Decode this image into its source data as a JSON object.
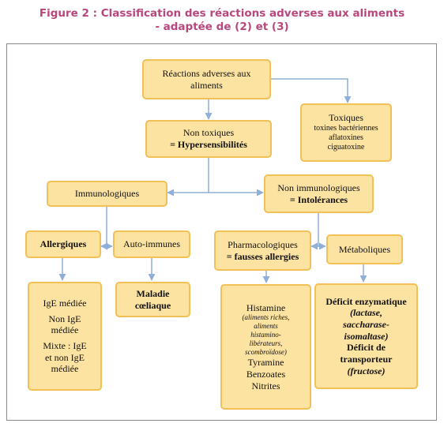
{
  "figure": {
    "title_line1": "Figure 2 : Classification des réactions adverses aux aliments",
    "title_line2": "- adaptée de (2) et (3)"
  },
  "nodes": {
    "root": {
      "line1": "Réactions adverses aux",
      "line2": "aliments"
    },
    "toxiques": {
      "title": "Toxiques",
      "item1": "toxines bactériennes",
      "item2": "aflatoxines",
      "item3": "ciguatoxine"
    },
    "non_toxiques": {
      "line1": "Non toxiques",
      "line2": "= Hypersensibilités"
    },
    "immunologiques": {
      "label": "Immunologiques"
    },
    "non_immunologiques": {
      "line1": "Non immunologiques",
      "line2": "= Intolérances"
    },
    "allergiques": {
      "label": "Allergiques"
    },
    "auto_immunes": {
      "label": "Auto-immunes"
    },
    "pharmacologiques": {
      "line1": "Pharmacologiques",
      "line2": "= fausses allergies"
    },
    "metaboliques": {
      "label": "Métaboliques"
    },
    "ige": {
      "item1": "IgE médiée",
      "item2a": "Non IgE",
      "item2b": "médiée",
      "item3a": "Mixte : IgE",
      "item3b": "et non IgE",
      "item3c": "médiée"
    },
    "maladie": {
      "line1": "Maladie",
      "line2": "cœliaque"
    },
    "histamine": {
      "title": "Histamine",
      "note1": "(aliments riches,",
      "note2": "aliments",
      "note3": "histamino-",
      "note4": "libérateurs,",
      "note5": "scombroïdose)",
      "item2": "Tyramine",
      "item3": "Benzoates",
      "item4": "Nitrites"
    },
    "deficit": {
      "line1": "Déficit enzymatique",
      "line2": "(lactase,",
      "line3": "saccharase-",
      "line4": "isomaltase)",
      "line5": "Déficit de",
      "line6": "transporteur",
      "line7": "(fructose)"
    }
  },
  "colors": {
    "title": "#b8477c",
    "box_fill": "#fde3a2",
    "box_border": "#f1c057",
    "connector": "#8faed8"
  }
}
